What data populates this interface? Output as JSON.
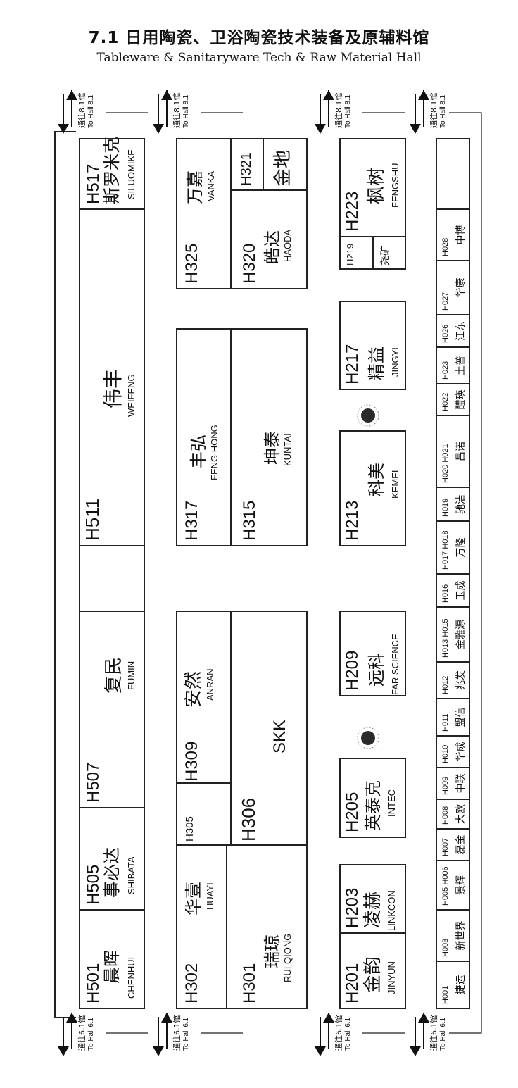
{
  "header": {
    "title_zh": "7.1 日用陶瓷、卫浴陶瓷技术装备及原辅料馆",
    "title_en": "Tableware & Sanitaryware Tech & Raw Material Hall"
  },
  "exits_top": {
    "zh": "通往8.1馆",
    "en": "To Hall 8.1"
  },
  "exits_bottom": {
    "zh": "通往6.1馆",
    "en": "To Hall 6.1"
  },
  "booths": [
    {
      "id": "h501",
      "code": "H501",
      "zh": "晨晖",
      "en": "CHENHUI"
    },
    {
      "id": "h505",
      "code": "H505",
      "zh": "事必达",
      "en": "SHIBATA"
    },
    {
      "id": "h507",
      "code": "H507",
      "zh": "复民",
      "en": "FUMIN"
    },
    {
      "id": "h511",
      "code": "H511",
      "zh": "伟丰",
      "en": "WEIFENG"
    },
    {
      "id": "h517",
      "code": "H517",
      "zh": "斯罗米克",
      "en": "SILUOMIKE"
    },
    {
      "id": "h301",
      "code": "H301",
      "zh": "瑞琼",
      "en": "RUI QIONG"
    },
    {
      "id": "h302",
      "code": "H302",
      "zh": "华壹",
      "en": "HUAYI"
    },
    {
      "id": "h305",
      "code": "H305",
      "zh": "",
      "en": ""
    },
    {
      "id": "h306",
      "code": "H306",
      "zh": "",
      "en": "SKK"
    },
    {
      "id": "h309",
      "code": "H309",
      "zh": "安然",
      "en": "ANRAN"
    },
    {
      "id": "h315",
      "code": "H315",
      "zh": "坤泰",
      "en": "KUNTAI"
    },
    {
      "id": "h317",
      "code": "H317",
      "zh": "丰弘",
      "en": "FENG HONG"
    },
    {
      "id": "h320",
      "code": "H320",
      "zh": "皓达",
      "en": "HAODA"
    },
    {
      "id": "h321",
      "code": "H321",
      "zh": "金地",
      "en": ""
    },
    {
      "id": "h325",
      "code": "H325",
      "zh": "万嘉",
      "en": "VANKA"
    },
    {
      "id": "h201",
      "code": "H201",
      "zh": "金韵",
      "en": "JINYUN"
    },
    {
      "id": "h203",
      "code": "H203",
      "zh": "凌赫",
      "en": "LINKCON"
    },
    {
      "id": "h205",
      "code": "H205",
      "zh": "英泰克",
      "en": "INTEC"
    },
    {
      "id": "h209",
      "code": "H209",
      "zh": "远科",
      "en": "FAR SCIENCE"
    },
    {
      "id": "h213",
      "code": "H213",
      "zh": "科美",
      "en": "KEMEI"
    },
    {
      "id": "h217",
      "code": "H217",
      "zh": "精益",
      "en": "JINGYI"
    },
    {
      "id": "h219",
      "code": "H219",
      "zh": "尧矿",
      "en": ""
    },
    {
      "id": "h223",
      "code": "H223",
      "zh": "枫树",
      "en": "FENGSHU"
    }
  ],
  "row0": [
    {
      "id": "c01",
      "code": "H001",
      "zh": "捷运"
    },
    {
      "id": "c02",
      "code": "H003",
      "zh": "新世界"
    },
    {
      "id": "c03",
      "code": "H005 H006",
      "zh": "景辉"
    },
    {
      "id": "c04",
      "code": "H007",
      "zh": "磊金"
    },
    {
      "id": "c05",
      "code": "H008",
      "zh": "大欧"
    },
    {
      "id": "c06",
      "code": "H009",
      "zh": "中联"
    },
    {
      "id": "c07",
      "code": "H010",
      "zh": "华成"
    },
    {
      "id": "c08",
      "code": "H011",
      "zh": "盟信"
    },
    {
      "id": "c09",
      "code": "H012",
      "zh": "兆发"
    },
    {
      "id": "c10",
      "code": "H013 H015",
      "zh": "金雅源"
    },
    {
      "id": "c11",
      "code": "H016",
      "zh": "玉成"
    },
    {
      "id": "c12",
      "code": "H017 H018",
      "zh": "万隆"
    },
    {
      "id": "c13",
      "code": "H019",
      "zh": "驰洁"
    },
    {
      "id": "c14",
      "code": "H020 H021",
      "zh": "昌诺"
    },
    {
      "id": "c15",
      "code": "H022",
      "zh": "醴瑛"
    },
    {
      "id": "c16",
      "code": "H023",
      "zh": "土普"
    },
    {
      "id": "c17",
      "code": "H026",
      "zh": "江东"
    },
    {
      "id": "c18",
      "code": "H027",
      "zh": "华康"
    },
    {
      "id": "c19",
      "code": "H028",
      "zh": "中博"
    }
  ]
}
